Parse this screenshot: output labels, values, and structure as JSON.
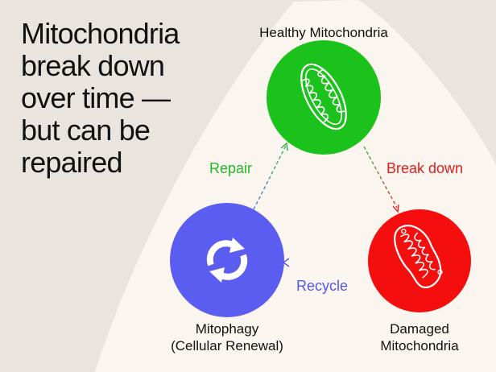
{
  "headline": {
    "lines": [
      "Mitochondria",
      "break down",
      "over time —",
      "but can be",
      "repaired"
    ]
  },
  "nodes": {
    "healthy": {
      "label": "Healthy Mitochondria",
      "color": "#1cc21c"
    },
    "damaged": {
      "label_lines": [
        "Damaged",
        "Mitochondria"
      ],
      "color": "#f40e0e"
    },
    "mitophagy": {
      "label_lines": [
        "Mitophagy",
        "(Cellular Renewal)"
      ],
      "color": "#5b5cf0"
    }
  },
  "edges": {
    "repair": {
      "label": "Repair",
      "color": "#22b82a"
    },
    "break_down": {
      "label": "Break down",
      "color": "#e81c1c"
    },
    "recycle": {
      "label": "Recycle",
      "color": "#5457ec"
    }
  },
  "colors": {
    "background": "#e9e5de",
    "triangle": "#faf6ef",
    "text": "#111111"
  },
  "icons": {
    "healthy": "mitochondrion-icon",
    "damaged": "damaged-mitochondrion-icon",
    "mitophagy": "recycle-arrows-icon"
  }
}
